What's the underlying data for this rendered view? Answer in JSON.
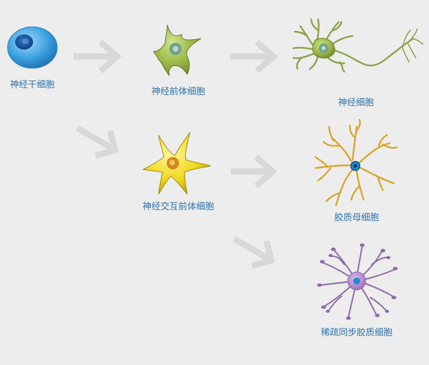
{
  "diagram": {
    "colors": {
      "background": "#ededed",
      "label": "#2f73a9",
      "arrow": "#d8d8d8"
    },
    "nodes": {
      "neural_stem_cell": {
        "label": "神经干细胞",
        "icon": "oval-stem-cell-icon",
        "color": "#3aa0e0"
      },
      "neural_progenitor": {
        "label": "神经前体细胞",
        "icon": "star-progenitor-icon",
        "color": "#9cb646"
      },
      "neuron": {
        "label": "神经细胞",
        "icon": "neuron-icon",
        "color": "#8aa34a"
      },
      "glial_progenitor": {
        "label": "神经交互前体细胞",
        "icon": "yellow-star-progenitor-icon",
        "color": "#f0d81e"
      },
      "astrocyte": {
        "label": "胶质母细胞",
        "icon": "astrocyte-icon",
        "color": "#d8a52a"
      },
      "oligodendrocyte": {
        "label": "稀疏同步胶质细胞",
        "icon": "oligodendrocyte-icon",
        "color": "#a77cbf"
      }
    },
    "edges": [
      {
        "from": "neural_stem_cell",
        "to": "neural_progenitor"
      },
      {
        "from": "neural_progenitor",
        "to": "neuron"
      },
      {
        "from": "neural_stem_cell",
        "to": "glial_progenitor"
      },
      {
        "from": "glial_progenitor",
        "to": "astrocyte"
      },
      {
        "from": "glial_progenitor",
        "to": "oligodendrocyte"
      }
    ]
  }
}
